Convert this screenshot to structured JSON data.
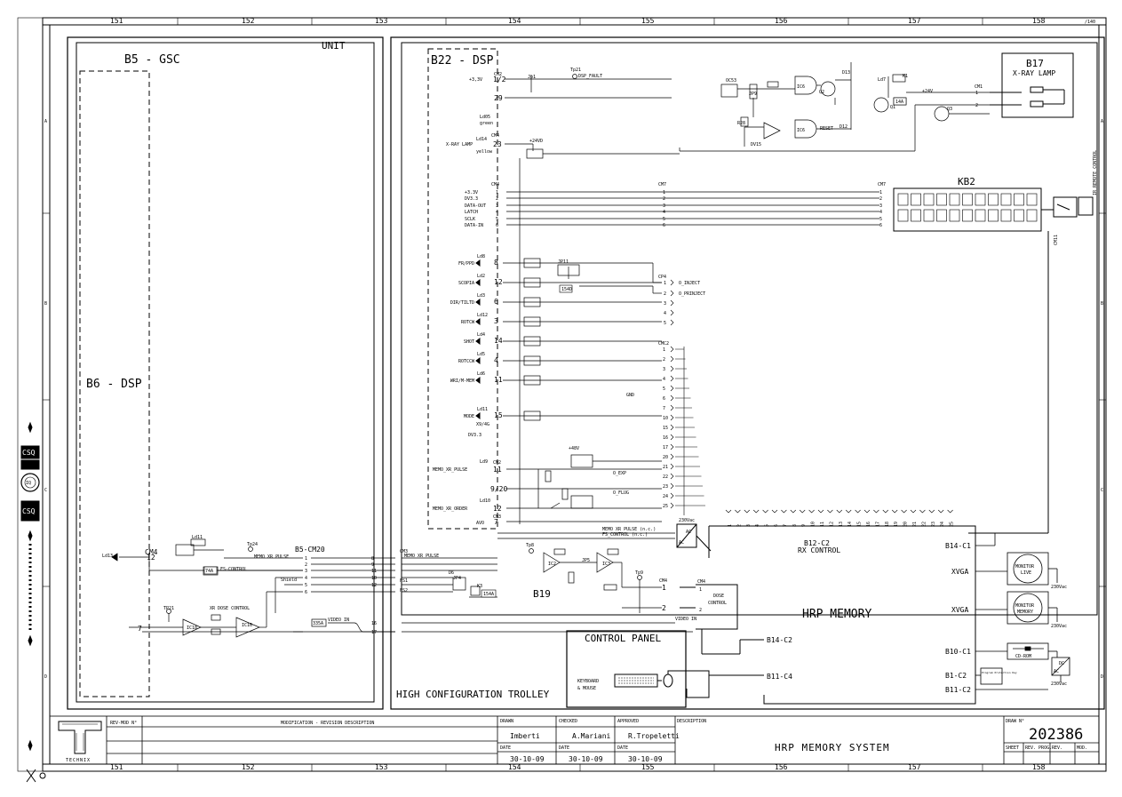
{
  "ruler": {
    "top": [
      "151",
      "152",
      "153",
      "154",
      "155",
      "156",
      "157",
      "158"
    ],
    "bottom": [
      "151",
      "152",
      "153",
      "154",
      "155",
      "156",
      "157",
      "158"
    ],
    "rows": [
      "A",
      "B",
      "C",
      "D"
    ],
    "corner": "/140"
  },
  "frames": {
    "unit": "UNIT",
    "b5": "B5 - GSC",
    "b6": "B6 - DSP",
    "b22": "B22 - DSP",
    "trolley": "HIGH CONFIGURATION TROLLEY",
    "b17_title": "B17",
    "b17_sub": "X-RAY LAMP",
    "kb2": "KB2",
    "ir_remote": "IR REMOTE CONTROL",
    "b19": "B19",
    "control_panel": "CONTROL PANEL",
    "keyboard": "KEYBOARD",
    "mouse": "& MOUSE",
    "hrp_memory": "HRP MEMORY",
    "b12": "B12-C2",
    "rx_control": "RX CONTROL",
    "dose": "DOSE",
    "control": "CONTROL"
  },
  "dsp_signals": [
    {
      "name": "FR/PPD",
      "pin": "8",
      "led": "Ld8"
    },
    {
      "name": "SCOPIA",
      "pin": "12",
      "led": "Ld2"
    },
    {
      "name": "DIR/TILTD",
      "pin": "6",
      "led": "Ld3"
    },
    {
      "name": "ROTCW",
      "pin": "3",
      "led": "Ld12"
    },
    {
      "name": "SHOT",
      "pin": "14",
      "led": "Ld4"
    },
    {
      "name": "ROTCCW",
      "pin": "4",
      "led": "Ld5"
    },
    {
      "name": "WRI/M-MEM",
      "pin": "11",
      "led": "Ld6"
    },
    {
      "name": "MODE",
      "pin": "15",
      "led": "Ld11"
    }
  ],
  "cm4_bus": [
    {
      "name": "+3.3V",
      "pin": "1"
    },
    {
      "name": "DV3.3",
      "pin": "2"
    },
    {
      "name": "DATA-OUT",
      "pin": "3"
    },
    {
      "name": "LATCH",
      "pin": "4"
    },
    {
      "name": "SCLK",
      "pin": "5"
    },
    {
      "name": "DATA-IN",
      "pin": "6"
    }
  ],
  "cmc2_pins": [
    "1",
    "2",
    "3",
    "4",
    "5",
    "6",
    "7",
    "10",
    "15",
    "16",
    "17",
    "20",
    "21",
    "22",
    "23",
    "24",
    "25"
  ],
  "cp4_pins": [
    {
      "pin": "1",
      "label": "O_INJECT"
    },
    {
      "pin": "2",
      "label": "O_PRINJECT"
    },
    {
      "pin": "3",
      "label": ""
    },
    {
      "pin": "4",
      "label": ""
    },
    {
      "pin": "5",
      "label": ""
    }
  ],
  "rx_pins": [
    "1",
    "2",
    "3",
    "4",
    "5",
    "6",
    "7",
    "8",
    "9",
    "10",
    "11",
    "12",
    "13",
    "14",
    "15",
    "16",
    "17",
    "18",
    "19",
    "20",
    "21",
    "22",
    "23",
    "24",
    "25"
  ],
  "misc_labels": {
    "xray_lamp": "X-RAY LAMP",
    "xray_pin": "23",
    "cm2_pin_a": "1/2",
    "cm2_pin_b": "29",
    "dsp_fault": "DSP_FAULT",
    "memo_xr_pulse": "MEMO_XR_PULSE",
    "memo_xr_order": "MEMO_XR_ORDER",
    "x9": "X9/4G",
    "b5_cm20": "B5-CM20",
    "memo_xr_pulse_b6": "MEMO XR PULSE",
    "fs_control": "FS-CONTROL",
    "xr_dose_control": "XR DOSE CONTROL",
    "shield": "Shield",
    "video_in": "VIDEO IN",
    "video_in2": "VIDEO IN",
    "reset": "RESET",
    "o_exp": "O_EXP",
    "o_flug": "O_FLUG",
    "gnd": "GND",
    "fs1": "FS1",
    "fs2": "FS2",
    "memo_xr_pulse_nc": "MEMO XR PULSE (n.c.)",
    "fs_control_nc": "FS_CONTROL (n.c.)",
    "ac_power": "230Vac",
    "monitor_power": "230Vac",
    "cdrom_power": "230Vac"
  },
  "tags": {
    "t74a": "74A",
    "t335a": "335A",
    "t154d": "154D",
    "t154a": "154A",
    "t14a": "14A",
    "t154a_b19": "154A"
  },
  "right_side": {
    "b14c1": "B14-C1",
    "xvga1": "XVGA",
    "xvga2": "XVGA",
    "monitor_live_1": "MONITOR",
    "monitor_live_2": "LIVE",
    "monitor_mem_1": "MONITOR",
    "monitor_mem_2": "MEMORY",
    "b10c1": "B10-C1",
    "cdrom": "CD-ROM",
    "b1c2": "B1-C2",
    "b11c2": "B11-C2",
    "b14c2": "B14-C2",
    "b11c4": "B11-C4",
    "dc": "DC",
    "ac": "AC",
    "program": "Program Protection Key"
  },
  "title_block": {
    "rev_mod": "REV-MOD N°",
    "mod_desc": "MODIFICATION - REVISION DESCRIPTION",
    "drawn_h": "DRAWN",
    "checked_h": "CHECKED",
    "approved_h": "APPROVED",
    "desc_h": "DESCRIPTION",
    "drawn": "Imberti",
    "checked": "A.Mariani",
    "approved": "R.Tropeletti",
    "date_h": "DATE",
    "date1": "30-10-09",
    "date2": "30-10-09",
    "date3": "30-10-09",
    "description": "HRP MEMORY SYSTEM",
    "draw_no_h": "DRAW N°",
    "draw_no": "202386",
    "sheet_h": "SHEET",
    "rev_prog_h": "REV. PROG.",
    "rev_h": "REV.",
    "mod_h": "MOD.",
    "company": "TECHNIX"
  },
  "stamps": {
    "csq1": "CSQ",
    "csq2": "CSQ",
    "iqnet": "IQ"
  }
}
